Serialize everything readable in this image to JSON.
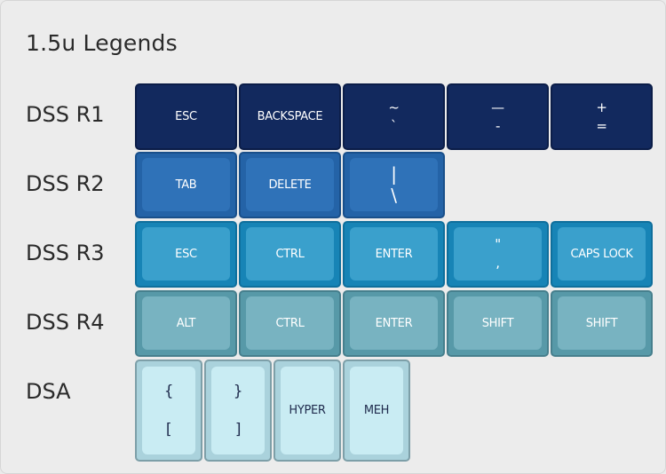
{
  "title": "1.5u Legends",
  "rows": [
    {
      "label": "DSS R1",
      "keys": [
        {
          "legend": "ESC"
        },
        {
          "legend": "BACKSPACE"
        },
        {
          "top": "~",
          "bottom": "`"
        },
        {
          "top": "—",
          "bottom": "-"
        },
        {
          "top": "+",
          "bottom": "="
        }
      ]
    },
    {
      "label": "DSS R2",
      "keys": [
        {
          "legend": "TAB"
        },
        {
          "legend": "DELETE"
        },
        {
          "top": "|",
          "bottom": "\\"
        }
      ]
    },
    {
      "label": "DSS R3",
      "keys": [
        {
          "legend": "ESC"
        },
        {
          "legend": "CTRL"
        },
        {
          "legend": "ENTER"
        },
        {
          "top": "\"",
          "bottom": ","
        },
        {
          "legend": "CAPS LOCK"
        }
      ]
    },
    {
      "label": "DSS R4",
      "keys": [
        {
          "legend": "ALT"
        },
        {
          "legend": "CTRL"
        },
        {
          "legend": "ENTER"
        },
        {
          "legend": "SHIFT"
        },
        {
          "legend": "SHIFT"
        }
      ]
    },
    {
      "label": "DSA",
      "keys": [
        {
          "top": "{",
          "bottom": "["
        },
        {
          "top": "}",
          "bottom": "]"
        },
        {
          "legend": "HYPER"
        },
        {
          "legend": "MEH"
        }
      ]
    }
  ],
  "colors": {
    "dss_r1": "#12295e",
    "dss_r2": "#2f72b8",
    "dss_r3": "#3aa0cc",
    "dss_r4": "#78b3c1",
    "dsa": "#c9ecf3"
  }
}
